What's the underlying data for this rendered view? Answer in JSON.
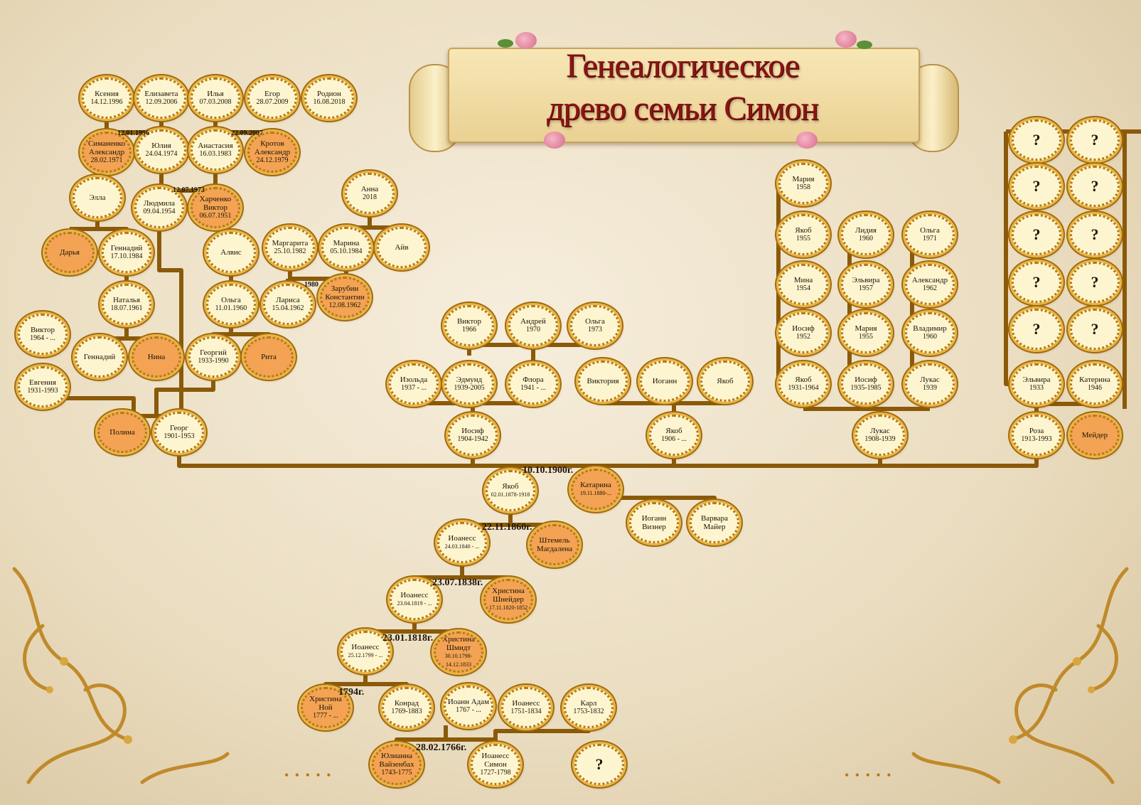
{
  "title": {
    "line1": "Генеалогическое",
    "line2": "древо семьи  Симон"
  },
  "nodes": {
    "kseniya": {
      "name": "Ксения",
      "date": "14.12.1996",
      "spouse": false
    },
    "elizaveta": {
      "name": "Елизавета",
      "date": "12.09.2006",
      "spouse": false
    },
    "ilya": {
      "name": "Илья",
      "date": "07.03.2008",
      "spouse": false
    },
    "egor": {
      "name": "Егор",
      "date": "28.07.2009",
      "spouse": false
    },
    "rodion": {
      "name": "Родион",
      "date": "16.08.2018",
      "spouse": false
    },
    "simanenko": {
      "name": "Симаненко Александр",
      "date": "28.02.1971",
      "spouse": true
    },
    "yuliya": {
      "name": "Юлия",
      "date": "24.04.1974",
      "spouse": false
    },
    "anastasiya": {
      "name": "Анастасия",
      "date": "16.03.1983",
      "spouse": false
    },
    "krotov": {
      "name": "Кротов Александр",
      "date": "24.12.1979",
      "spouse": true
    },
    "ella": {
      "name": "Элла",
      "date": "",
      "spouse": false
    },
    "lyudmila": {
      "name": "Людмила",
      "date": "09.04.1954",
      "spouse": false
    },
    "kharchenko": {
      "name": "Харченко Виктор",
      "date": "06.07.1951",
      "spouse": true
    },
    "anna": {
      "name": "Анна",
      "date": "2018",
      "spouse": false
    },
    "darya": {
      "name": "Дарья",
      "date": "",
      "spouse": true
    },
    "gennadiy1": {
      "name": "Геннадий",
      "date": "17.10.1984",
      "spouse": false
    },
    "alvis": {
      "name": "Алвис",
      "date": "",
      "spouse": false
    },
    "margarita": {
      "name": "Маргарита",
      "date": "25.10.1982",
      "spouse": false
    },
    "marina": {
      "name": "Марина",
      "date": "05.10.1984",
      "spouse": false
    },
    "aiv": {
      "name": "Айв",
      "date": "",
      "spouse": false
    },
    "natalya": {
      "name": "Наталья",
      "date": "18.07.1961",
      "spouse": false
    },
    "olga1": {
      "name": "Ольга",
      "date": "11.01.1960",
      "spouse": false
    },
    "larisa": {
      "name": "Лариса",
      "date": "15.04.1962",
      "spouse": false
    },
    "zarubin": {
      "name": "Зарубин Константин",
      "date": "12.08.1962",
      "spouse": true
    },
    "viktor64": {
      "name": "Виктор",
      "date": "1964 - ...",
      "spouse": false
    },
    "gennadiy2": {
      "name": "Геннадий",
      "date": "",
      "spouse": false
    },
    "nina": {
      "name": "Нина",
      "date": "",
      "spouse": true
    },
    "georgiy": {
      "name": "Георгий",
      "date": "1933-1990",
      "spouse": false
    },
    "rita": {
      "name": "Рита",
      "date": "",
      "spouse": true
    },
    "evgeniya": {
      "name": "Евгения",
      "date": "1931-1993",
      "spouse": false
    },
    "polina": {
      "name": "Полина",
      "date": "",
      "spouse": true
    },
    "georg": {
      "name": "Георг",
      "date": "1901-1953",
      "spouse": false
    },
    "viktor66": {
      "name": "Виктор",
      "date": "1966",
      "spouse": false
    },
    "andrey": {
      "name": "Андрей",
      "date": "1970",
      "spouse": false
    },
    "olga73": {
      "name": "Ольга",
      "date": "1973",
      "spouse": false
    },
    "izolda": {
      "name": "Изольда",
      "date": "1937 - ...",
      "spouse": false
    },
    "edmund": {
      "name": "Эдмунд",
      "date": "1939-2005",
      "spouse": false
    },
    "flora": {
      "name": "Флора",
      "date": "1941 - ...",
      "spouse": false
    },
    "viktoriya": {
      "name": "Виктория",
      "date": "",
      "spouse": false
    },
    "iogann1": {
      "name": "Иоганн",
      "date": "",
      "spouse": false
    },
    "yakob1": {
      "name": "Якоб",
      "date": "",
      "spouse": false
    },
    "iosif04": {
      "name": "Иосиф",
      "date": "1904-1942",
      "spouse": false
    },
    "yakob06": {
      "name": "Якоб",
      "date": "1906 - ...",
      "spouse": false
    },
    "mariya58": {
      "name": "Мария",
      "date": "1958",
      "spouse": false
    },
    "yakob55": {
      "name": "Якоб",
      "date": "1955",
      "spouse": false
    },
    "lidiya": {
      "name": "Лидия",
      "date": "1960",
      "spouse": false
    },
    "olga71": {
      "name": "Ольга",
      "date": "1971",
      "spouse": false
    },
    "mina": {
      "name": "Мина",
      "date": "1954",
      "spouse": false
    },
    "elvira57": {
      "name": "Эльвира",
      "date": "1957",
      "spouse": false
    },
    "aleksandr62": {
      "name": "Александр",
      "date": "1962",
      "spouse": false
    },
    "iosif52": {
      "name": "Иосиф",
      "date": "1952",
      "spouse": false
    },
    "mariya55": {
      "name": "Мария",
      "date": "1955",
      "spouse": false
    },
    "vladimir": {
      "name": "Владимир",
      "date": "1960",
      "spouse": false
    },
    "yakob31": {
      "name": "Якоб",
      "date": "1931-1964",
      "spouse": false
    },
    "iosif35": {
      "name": "Иосиф",
      "date": "1935-1985",
      "spouse": false
    },
    "lukas39": {
      "name": "Лукас",
      "date": "1939",
      "spouse": false
    },
    "lukas08": {
      "name": "Лукас",
      "date": "1908-1939",
      "spouse": false
    },
    "q1": {
      "name": "?",
      "date": "",
      "spouse": false
    },
    "q2": {
      "name": "?",
      "date": "",
      "spouse": false
    },
    "q3": {
      "name": "?",
      "date": "",
      "spouse": false
    },
    "q4": {
      "name": "?",
      "date": "",
      "spouse": false
    },
    "q5": {
      "name": "?",
      "date": "",
      "spouse": false
    },
    "q6": {
      "name": "?",
      "date": "",
      "spouse": false
    },
    "q7": {
      "name": "?",
      "date": "",
      "spouse": false
    },
    "q8": {
      "name": "?",
      "date": "",
      "spouse": false
    },
    "q9": {
      "name": "?",
      "date": "",
      "spouse": false
    },
    "q10": {
      "name": "?",
      "date": "",
      "spouse": false
    },
    "elvira33": {
      "name": "Эльвира",
      "date": "1933",
      "spouse": false
    },
    "katerina46": {
      "name": "Катерина",
      "date": "1946",
      "spouse": false
    },
    "roza": {
      "name": "Роза",
      "date": "1913-1993",
      "spouse": false
    },
    "meyder": {
      "name": "Мейдер",
      "date": "",
      "spouse": true
    },
    "yakob78": {
      "name": "Якоб",
      "date": "02.01.1878-1918",
      "spouse": false
    },
    "katarina": {
      "name": "Катарина",
      "date": "19.11.1880-...",
      "spouse": true
    },
    "iogann_vizner": {
      "name": "Иоганн Визнер",
      "date": "",
      "spouse": false
    },
    "varvara": {
      "name": "Варвара Майер",
      "date": "",
      "spouse": false
    },
    "ioaness40": {
      "name": "Иоанесс",
      "date": "24.03.1840 - ...",
      "spouse": false
    },
    "shtemel": {
      "name": "Штемель Магдалена",
      "date": "",
      "spouse": true
    },
    "ioaness19": {
      "name": "Иоанесс",
      "date": "23.04.1819 - ...",
      "spouse": false
    },
    "khristina_sh": {
      "name": "Христина Шнейдер",
      "date": "17.11.1820-1852",
      "spouse": true
    },
    "ioaness99": {
      "name": "Иоанесс",
      "date": "25.12.1799 - ...",
      "spouse": false
    },
    "khristina_shm": {
      "name": "Христина Шмидт",
      "date": "30.10.1798-14.12.1833",
      "spouse": true
    },
    "khristina_noy": {
      "name": "Христина Ной",
      "date": "1777 - ...",
      "spouse": true
    },
    "konrad": {
      "name": "Конрад",
      "date": "1769-1883",
      "spouse": false
    },
    "ioann_adam": {
      "name": "Иоанн Адам",
      "date": "1767 - ...",
      "spouse": false
    },
    "ioaness51": {
      "name": "Иоанесс",
      "date": "1751-1834",
      "spouse": false
    },
    "karl": {
      "name": "Карл",
      "date": "1753-1832",
      "spouse": false
    },
    "yulianna": {
      "name": "Юлианна Вайзенбах",
      "date": "1743-1775",
      "spouse": true
    },
    "ioaness_simon": {
      "name": "Иоанесс Симон",
      "date": "1727-1798",
      "spouse": false
    },
    "q_bottom": {
      "name": "?",
      "date": "",
      "spouse": false
    }
  },
  "dates": {
    "d1996": "12.01.1996",
    "d2007": "22.09.2007",
    "d1973": "12.07.1973",
    "d1980": "1980",
    "d1900": "10.10.1900г.",
    "d1860": "22.11.1860г.",
    "d1838": "23.07.1838г.",
    "d1818": "23.01.1818г.",
    "d1794": "1794г.",
    "d1766": "28.02.1766г."
  },
  "colors": {
    "line": "#8a5a0a",
    "node": "#fdf5cf",
    "spouse": "#f3a353",
    "title": "#8a1414"
  }
}
